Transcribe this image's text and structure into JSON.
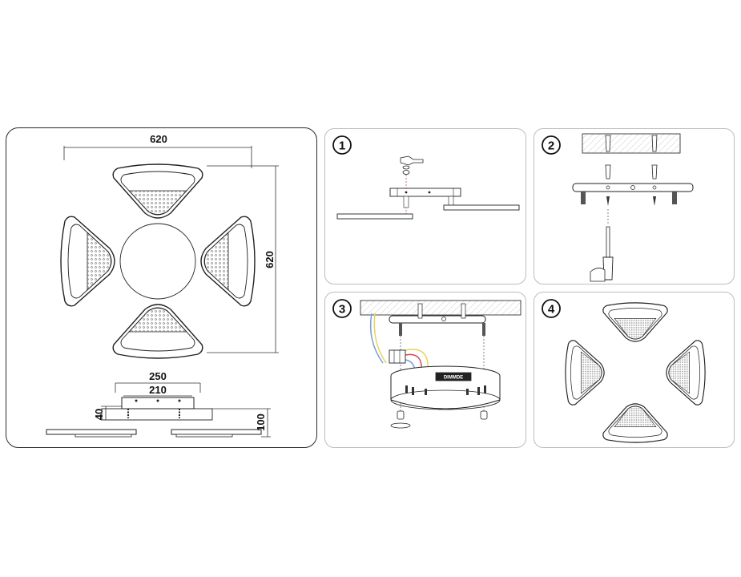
{
  "dimensions": {
    "width_top": "620",
    "height_right": "620",
    "base_outer": "250",
    "base_inner": "210",
    "base_height": "40",
    "total_height": "100"
  },
  "steps": [
    {
      "number": "1"
    },
    {
      "number": "2"
    },
    {
      "number": "3",
      "driver_label": "DIMMDE"
    },
    {
      "number": "4"
    }
  ],
  "colors": {
    "line": "#222222",
    "frame": "#bdbdbd",
    "wire_blue": "#7a9ed8",
    "wire_yellow": "#e8d35a",
    "wire_red": "#d24a4a"
  }
}
